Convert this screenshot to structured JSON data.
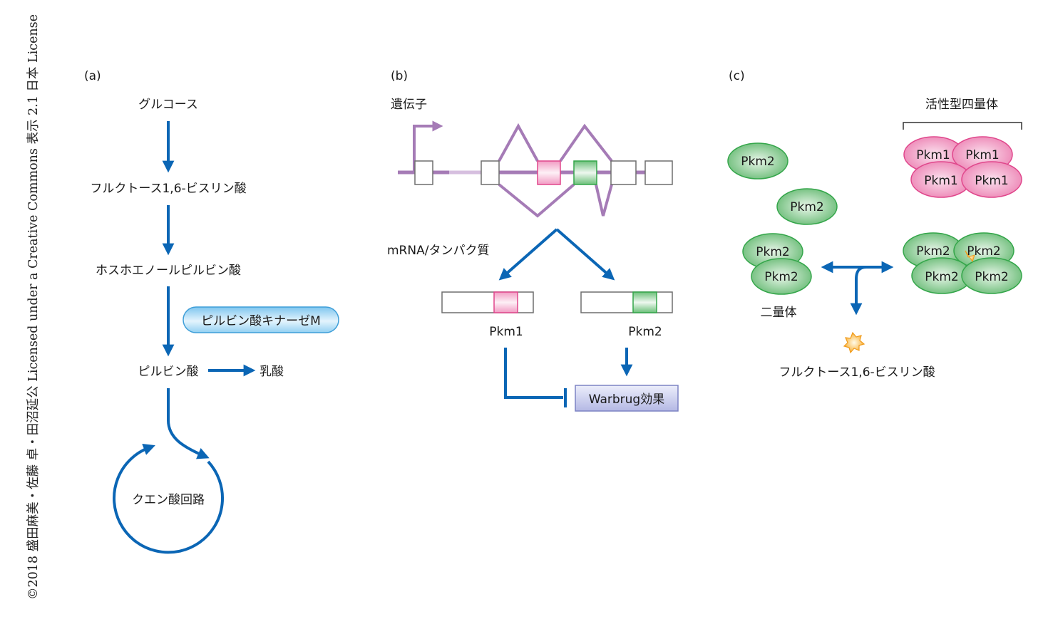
{
  "copyright": "©2018 盛田麻美・佐藤 卓・田沼延公 Licensed under a Creative Commons 表示 2.1 日本 License",
  "colors": {
    "arrow_blue": "#0b66b5",
    "purple": "#a57bb6",
    "purple_light": "#d6bfdf",
    "pink": "#e0478c",
    "pink_fill": "#f6b3d1",
    "green": "#34a64a",
    "green_fill": "#9fd8a5",
    "enzyme_fill": "#a8d8f4",
    "enzyme_border": "#3e9ed8",
    "warburg_fill": "#c7c9ec",
    "warburg_border": "#7d83c4",
    "star": "#f7a928"
  },
  "panel_a": {
    "label": "(a)",
    "steps": [
      "グルコース",
      "フルクトース1,6-ビスリン酸",
      "ホスホエノールピルビン酸",
      "ピルビン酸"
    ],
    "enzyme": "ピルビン酸キナーゼM",
    "side_product": "乳酸",
    "cycle": "クエン酸回路"
  },
  "panel_b": {
    "label": "(b)",
    "gene_label": "遺伝子",
    "mrna_label": "mRNA/タンパク質",
    "isoforms": [
      "Pkm1",
      "Pkm2"
    ],
    "effect": "Warbrug効果"
  },
  "panel_c": {
    "label": "(c)",
    "tetramer_title": "活性型四量体",
    "monomer": "Pkm2",
    "pkm1": "Pkm1",
    "pkm2": "Pkm2",
    "dimer_label": "二量体",
    "effector": "フルクトース1,6-ビスリン酸"
  }
}
